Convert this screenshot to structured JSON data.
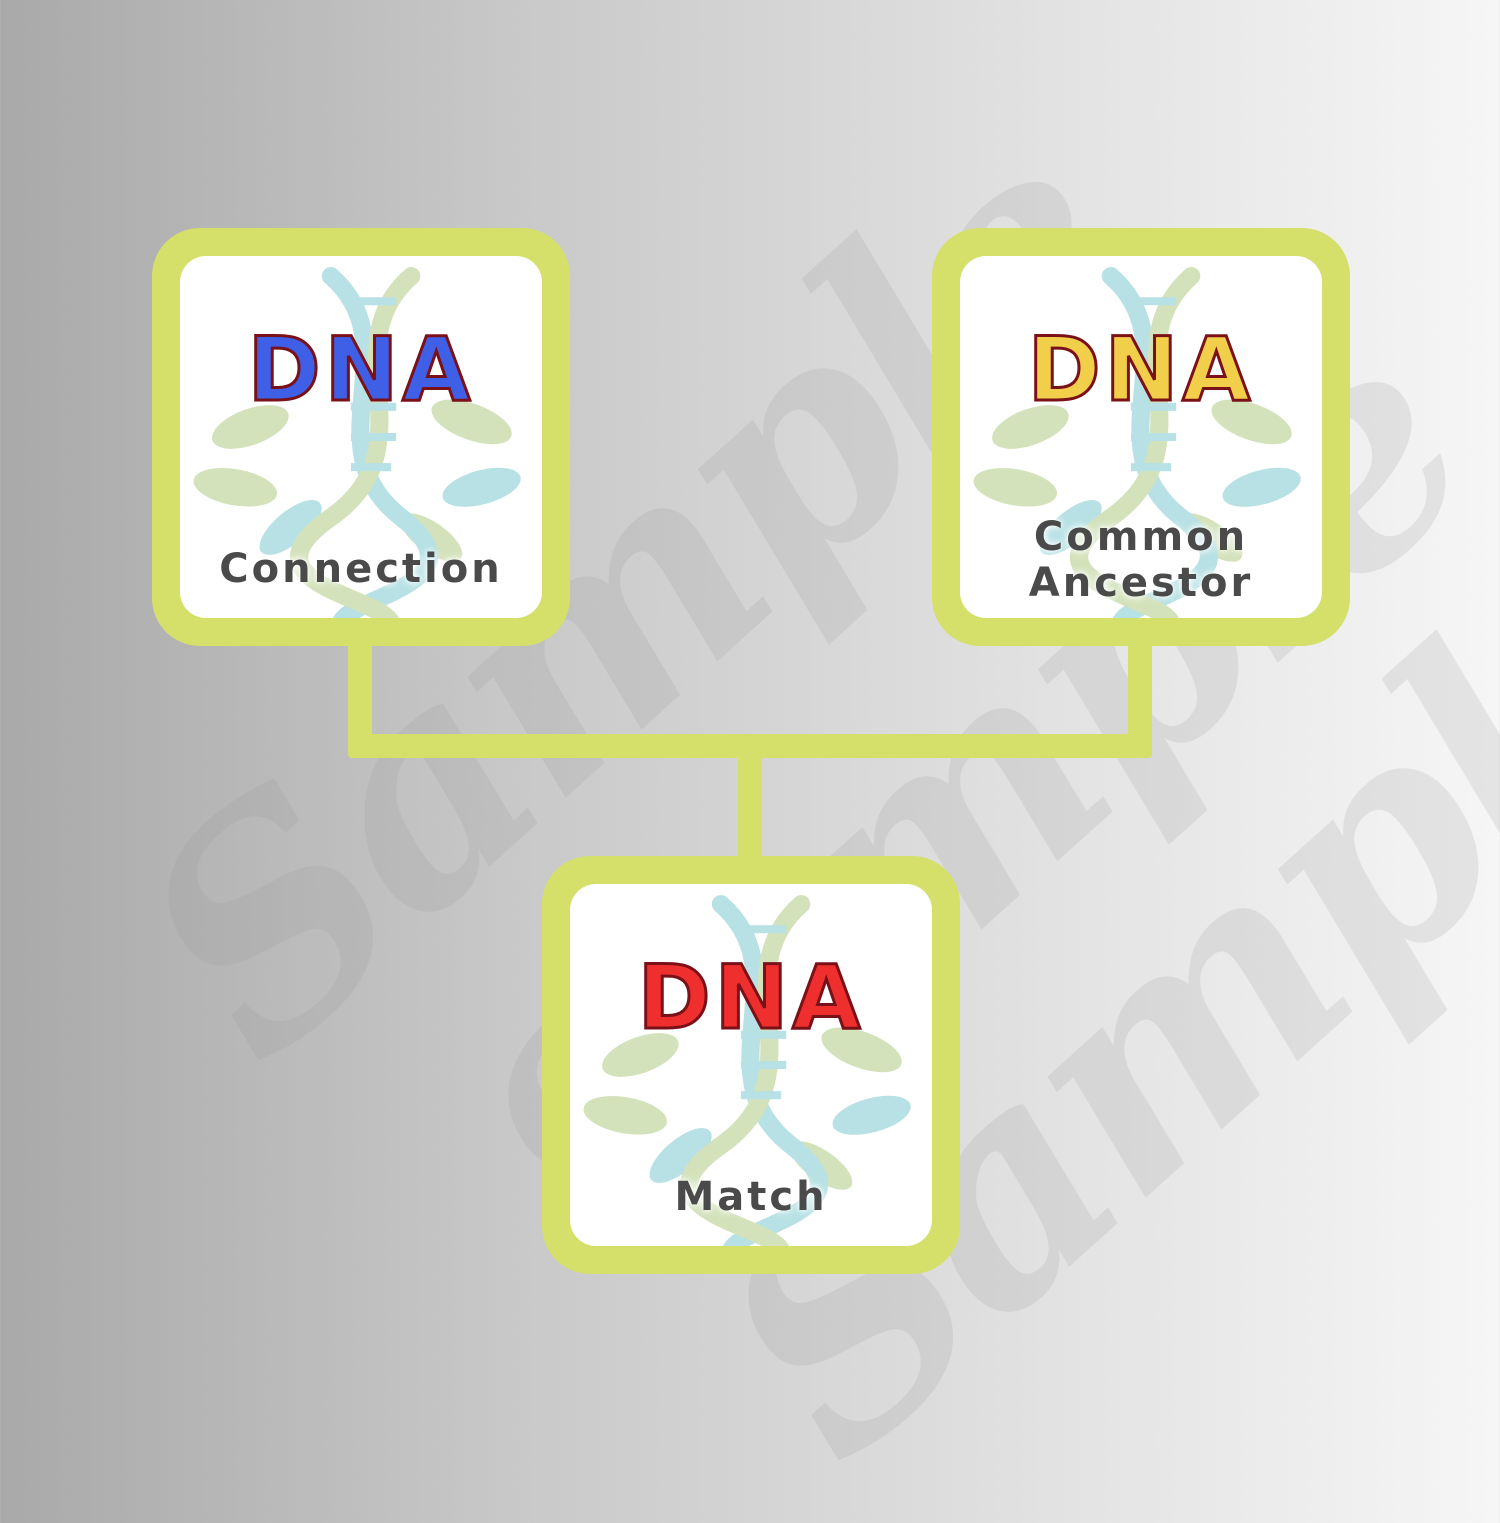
{
  "colors": {
    "frame": "#d4e06a",
    "connection_title": "#3f5fe6",
    "ancestor_title": "#f2cf4a",
    "match_title": "#ef2e2e",
    "title_outline": "#7a1018",
    "label": "#4a4a4a"
  },
  "watermark": "Sample",
  "cards": {
    "connection": {
      "title": "DNA",
      "label": "Connection",
      "icon": "dna-helix-leaves-icon"
    },
    "ancestor": {
      "title": "DNA",
      "label": "Common\nAncestor",
      "icon": "dna-helix-leaves-icon"
    },
    "match": {
      "title": "DNA",
      "label": "Match",
      "icon": "dna-helix-leaves-icon"
    }
  }
}
